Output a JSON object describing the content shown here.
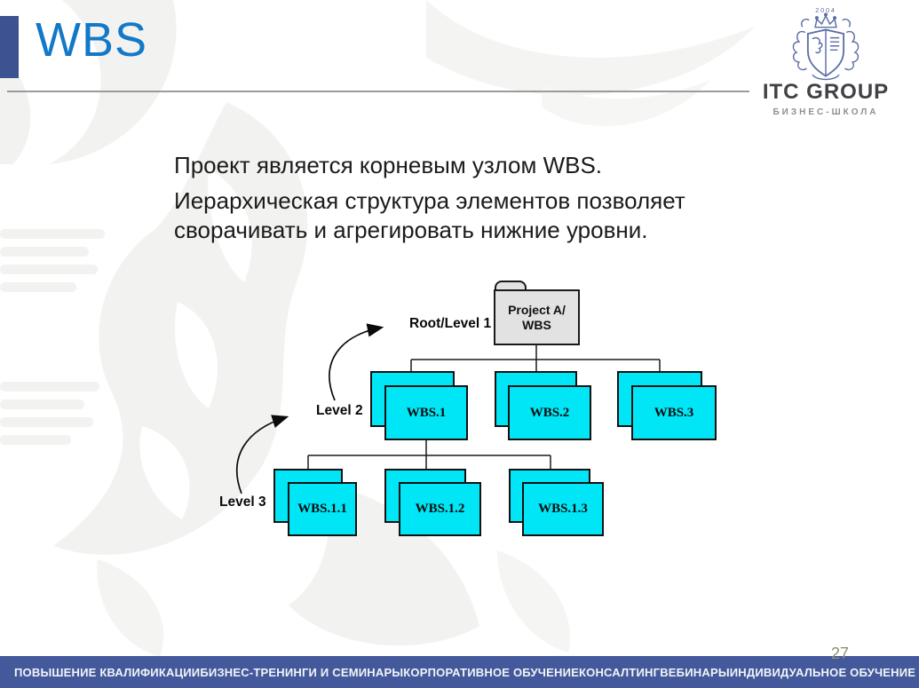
{
  "slide": {
    "title": "WBS",
    "page_number": "27",
    "body_lines": [
      "Проект является корневым узлом WBS.",
      "Иерархическая структура элементов позволяет",
      "сворачивать и агрегировать нижние уровни."
    ]
  },
  "logo": {
    "year": "2004",
    "name": "ITC GROUP",
    "subtitle": "БИЗНЕС-ШКОЛА"
  },
  "diagram": {
    "root_node": {
      "line1": "Project A/",
      "line2": "WBS"
    },
    "annotations": {
      "root_label": "Root/Level 1",
      "level2_label": "Level 2",
      "level3_label": "Level 3"
    },
    "level2_nodes": [
      {
        "label": "WBS.1"
      },
      {
        "label": "WBS.2"
      },
      {
        "label": "WBS.3"
      }
    ],
    "level3_nodes": [
      {
        "label": "WBS.1.1"
      },
      {
        "label": "WBS.1.2"
      },
      {
        "label": "WBS.1.3"
      }
    ]
  },
  "footer": {
    "items": [
      "ПОВЫШЕНИЕ КВАЛИФИКАЦИИ",
      "БИЗНЕС-ТРЕНИНГИ И СЕМИНАРЫ",
      "КОРПОРАТИВНОЕ ОБУЧЕНИЕ",
      "КОНСАЛТИНГ",
      "ВЕБИНАРЫ",
      "ИНДИВИДУАЛЬНОЕ ОБУЧЕНИЕ"
    ]
  },
  "colors": {
    "title_blue": "#1278C8",
    "navy_bar": "#3D5291",
    "footer_navy": "#43599B",
    "node_cyan": "#00E6F6",
    "folder_gray": "#E2E2E2",
    "crest_blue": "#5B6FA8",
    "page_number_gray": "#908D76"
  }
}
